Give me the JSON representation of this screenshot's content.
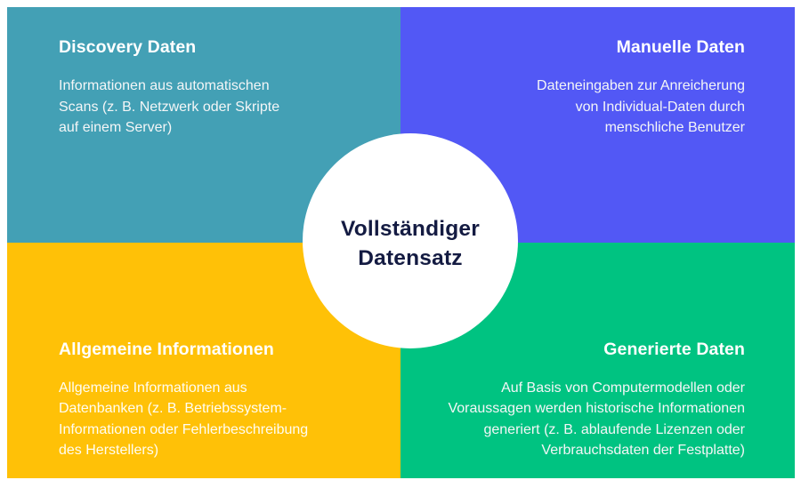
{
  "diagram": {
    "type": "four-quadrant-venn",
    "center": {
      "label": "Vollständiger\nDatensatz",
      "text_color": "#141b42",
      "fill": "#ffffff"
    },
    "quadrants": [
      {
        "id": "discovery",
        "position": "top-left",
        "title": "Discovery Daten",
        "description": "Informationen aus automatischen\nScans (z. B. Netzwerk oder Skripte\nauf einem Server)",
        "color": "#43a0b5",
        "align": "left"
      },
      {
        "id": "manuelle",
        "position": "top-right",
        "title": "Manuelle Daten",
        "description": "Dateneingaben zur Anreicherung\nvon Individual-Daten durch\nmenschliche Benutzer",
        "color": "#5258f5",
        "align": "right"
      },
      {
        "id": "allgemeine",
        "position": "bottom-left",
        "title": "Allgemeine Informationen",
        "description": "Allgemeine Informationen aus\nDatenbanken (z. B. Betriebssystem-\nInformationen oder Fehlerbeschreibung\ndes Herstellers)",
        "color": "#ffc107",
        "align": "left"
      },
      {
        "id": "generierte",
        "position": "bottom-right",
        "title": "Generierte Daten",
        "description": "Auf Basis von Computermodellen oder\nVoraussagen werden historische Informationen\ngeneriert (z. B. ablaufende Lizenzen oder\nVerbrauchsdaten der Festplatte)",
        "color": "#00c381",
        "align": "right"
      }
    ]
  }
}
